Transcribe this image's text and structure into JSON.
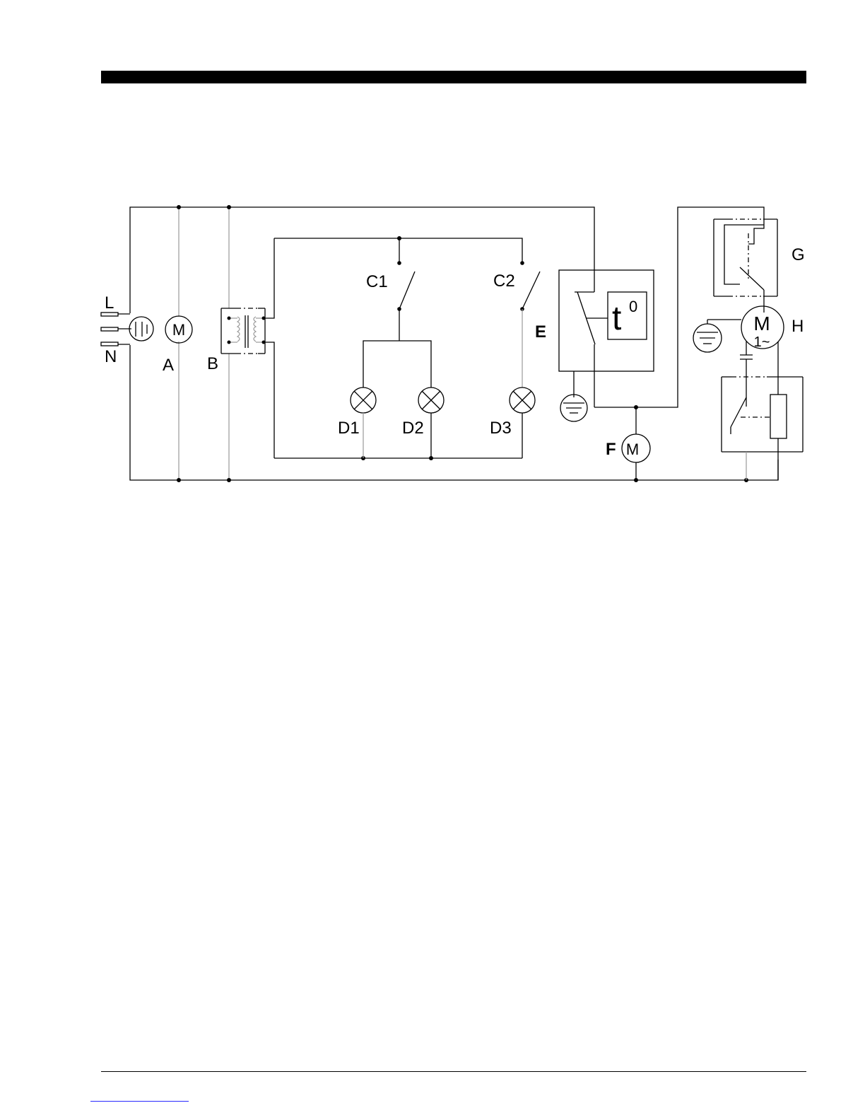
{
  "diagram": {
    "labels": {
      "L": "L",
      "N": "N",
      "A": "A",
      "B": "B",
      "C1": "C1",
      "C2": "C2",
      "D1": "D1",
      "D2": "D2",
      "D3": "D3",
      "E": "E",
      "F": "F",
      "G": "G",
      "H": "H"
    },
    "symbols": {
      "motor_a": "M",
      "motor_f": "M",
      "motor_h": "M",
      "motor_h_phase": "1~",
      "thermostat_t": "t",
      "thermostat_sup": "0"
    }
  },
  "colors": {
    "wire": "#000000",
    "light_wire": "#9a9a9a",
    "footer_link": "#2a2aff"
  }
}
